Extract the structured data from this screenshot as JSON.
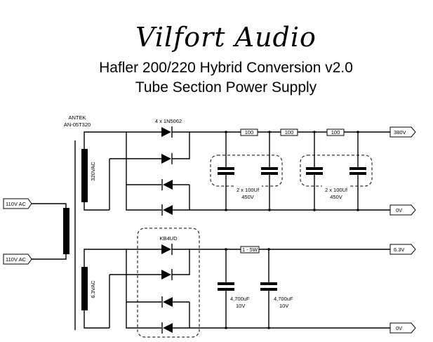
{
  "brand": "Vilfort Audio",
  "title_line1": "Hafler 200/220 Hybrid Conversion v2.0",
  "title_line2": "Tube Section Power Supply",
  "transformer": {
    "maker": "ANTEK",
    "model": "AN-05T320",
    "secondary_hv": "320VAC",
    "secondary_lv": "6.3VAC"
  },
  "inputs": {
    "ac_top": "110V AC",
    "ac_bottom": "110V AC"
  },
  "hv_section": {
    "bridge_label": "4 x 1N5062",
    "resistors": [
      "100",
      "100",
      "100"
    ],
    "cap_bank_1": {
      "value": "2 x 100Uf",
      "voltage": "450V"
    },
    "cap_bank_2": {
      "value": "2 x 100Uf",
      "voltage": "450V"
    },
    "out_plus": "380V",
    "out_ground": "0V"
  },
  "lv_section": {
    "bridge_label": "KB4UD",
    "resistor": "1 - 5W",
    "cap_1": {
      "value": "4,700uF",
      "voltage": "10V"
    },
    "cap_2": {
      "value": "4,700uF",
      "voltage": "10V"
    },
    "out_plus": "6.3V",
    "out_ground": "0V"
  }
}
